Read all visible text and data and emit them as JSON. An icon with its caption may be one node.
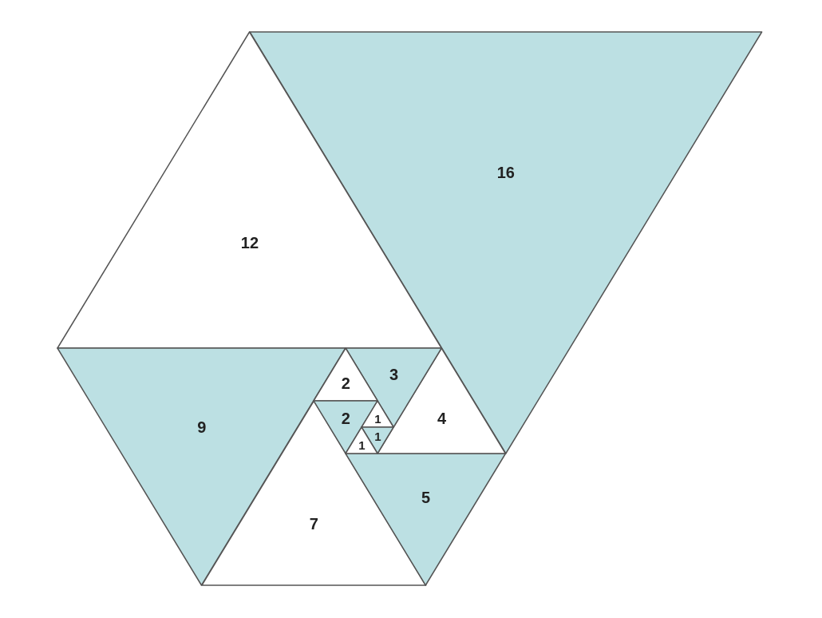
{
  "diagram": {
    "nodes": [
      {
        "text": [
          "16"
        ]
      },
      {
        "text": [
          "12"
        ]
      },
      {
        "text": [
          "9"
        ]
      },
      {
        "text": [
          "7"
        ]
      },
      {
        "text": [
          "5"
        ]
      },
      {
        "text": [
          "4"
        ]
      },
      {
        "text": [
          "3"
        ]
      },
      {
        "text": [
          "2"
        ]
      },
      {
        "text": [
          "2"
        ]
      },
      {
        "text": [
          "1"
        ]
      },
      {
        "text": [
          "1"
        ]
      },
      {
        "text": [
          "1"
        ]
      }
    ]
  }
}
